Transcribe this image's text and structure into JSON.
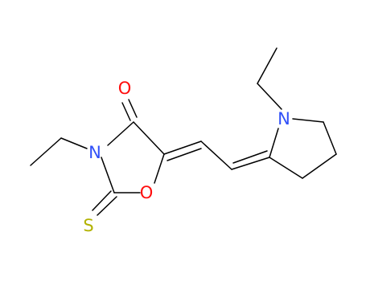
{
  "molecule": {
    "atoms": {
      "oxygen_carbonyl": "O",
      "nitrogen_ring": "N",
      "oxygen_ring": "O",
      "sulfur": "S",
      "nitrogen_pyrrolidine": "N"
    }
  },
  "colors": {
    "carbon_bond": "#000000",
    "oxygen": "#ff0d0d",
    "nitrogen": "#3050f8",
    "sulfur": "#b2b200",
    "background": "#ffffff"
  }
}
